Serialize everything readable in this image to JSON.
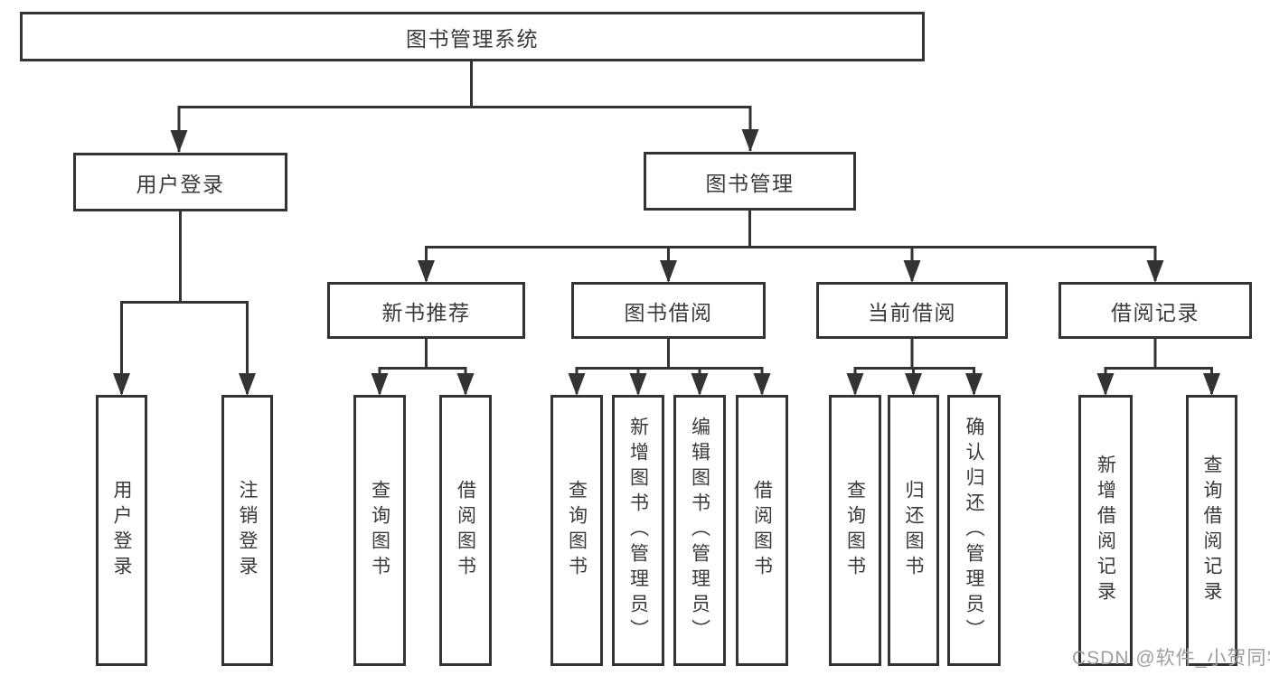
{
  "tree": {
    "root": "图书管理系统",
    "branches": [
      {
        "label": "用户登录",
        "children": [
          "用户登录",
          "注销登录"
        ]
      },
      {
        "label": "图书管理",
        "children": [
          {
            "label": "新书推荐",
            "children": [
              "查询图书",
              "借阅图书"
            ]
          },
          {
            "label": "图书借阅",
            "children": [
              "查询图书",
              "新增图书（管理员）",
              "编辑图书（管理员）",
              "借阅图书"
            ]
          },
          {
            "label": "当前借阅",
            "children": [
              "查询图书",
              "归还图书",
              "确认归还（管理员）"
            ]
          },
          {
            "label": "借阅记录",
            "children": [
              "新增借阅记录",
              "查询借阅记录"
            ]
          }
        ]
      }
    ]
  },
  "watermark": "CSDN @软件_小贺同学",
  "colors": {
    "line": "#333333",
    "text": "#3a3a3a",
    "watermark": "#9e9e9e",
    "background": "#ffffff"
  }
}
